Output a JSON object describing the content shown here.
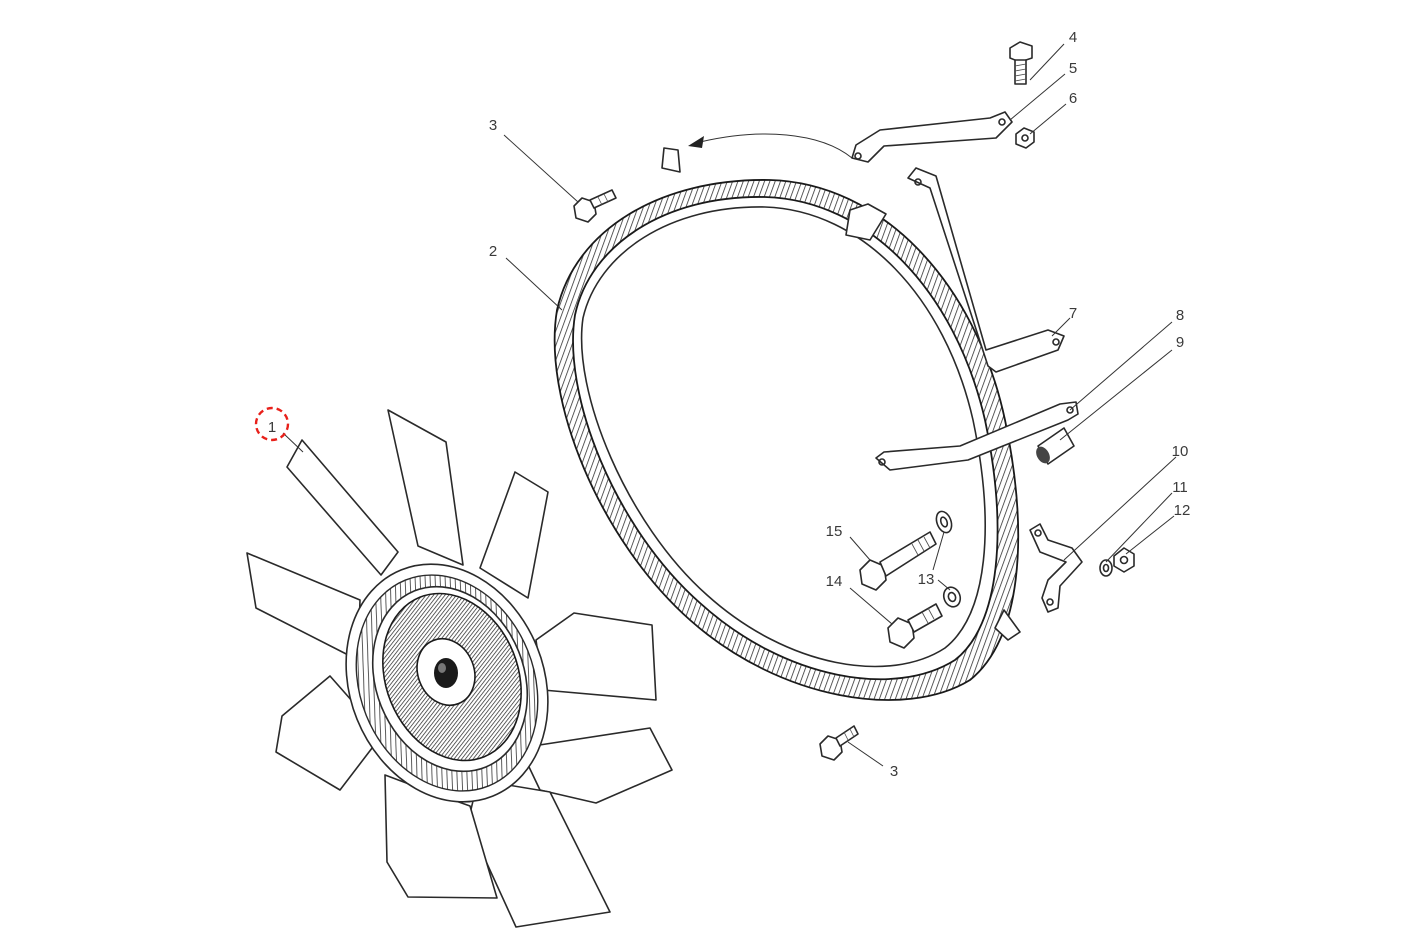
{
  "callouts": [
    {
      "id": "1",
      "label": "1"
    },
    {
      "id": "2",
      "label": "2"
    },
    {
      "id": "3a",
      "label": "3"
    },
    {
      "id": "3b",
      "label": "3"
    },
    {
      "id": "4",
      "label": "4"
    },
    {
      "id": "5",
      "label": "5"
    },
    {
      "id": "6",
      "label": "6"
    },
    {
      "id": "7",
      "label": "7"
    },
    {
      "id": "8",
      "label": "8"
    },
    {
      "id": "9",
      "label": "9"
    },
    {
      "id": "10",
      "label": "10"
    },
    {
      "id": "11",
      "label": "11"
    },
    {
      "id": "12",
      "label": "12"
    },
    {
      "id": "13",
      "label": "13"
    },
    {
      "id": "14",
      "label": "14"
    },
    {
      "id": "15",
      "label": "15"
    }
  ],
  "highlight": {
    "target": "1",
    "color": "#e8201a"
  }
}
